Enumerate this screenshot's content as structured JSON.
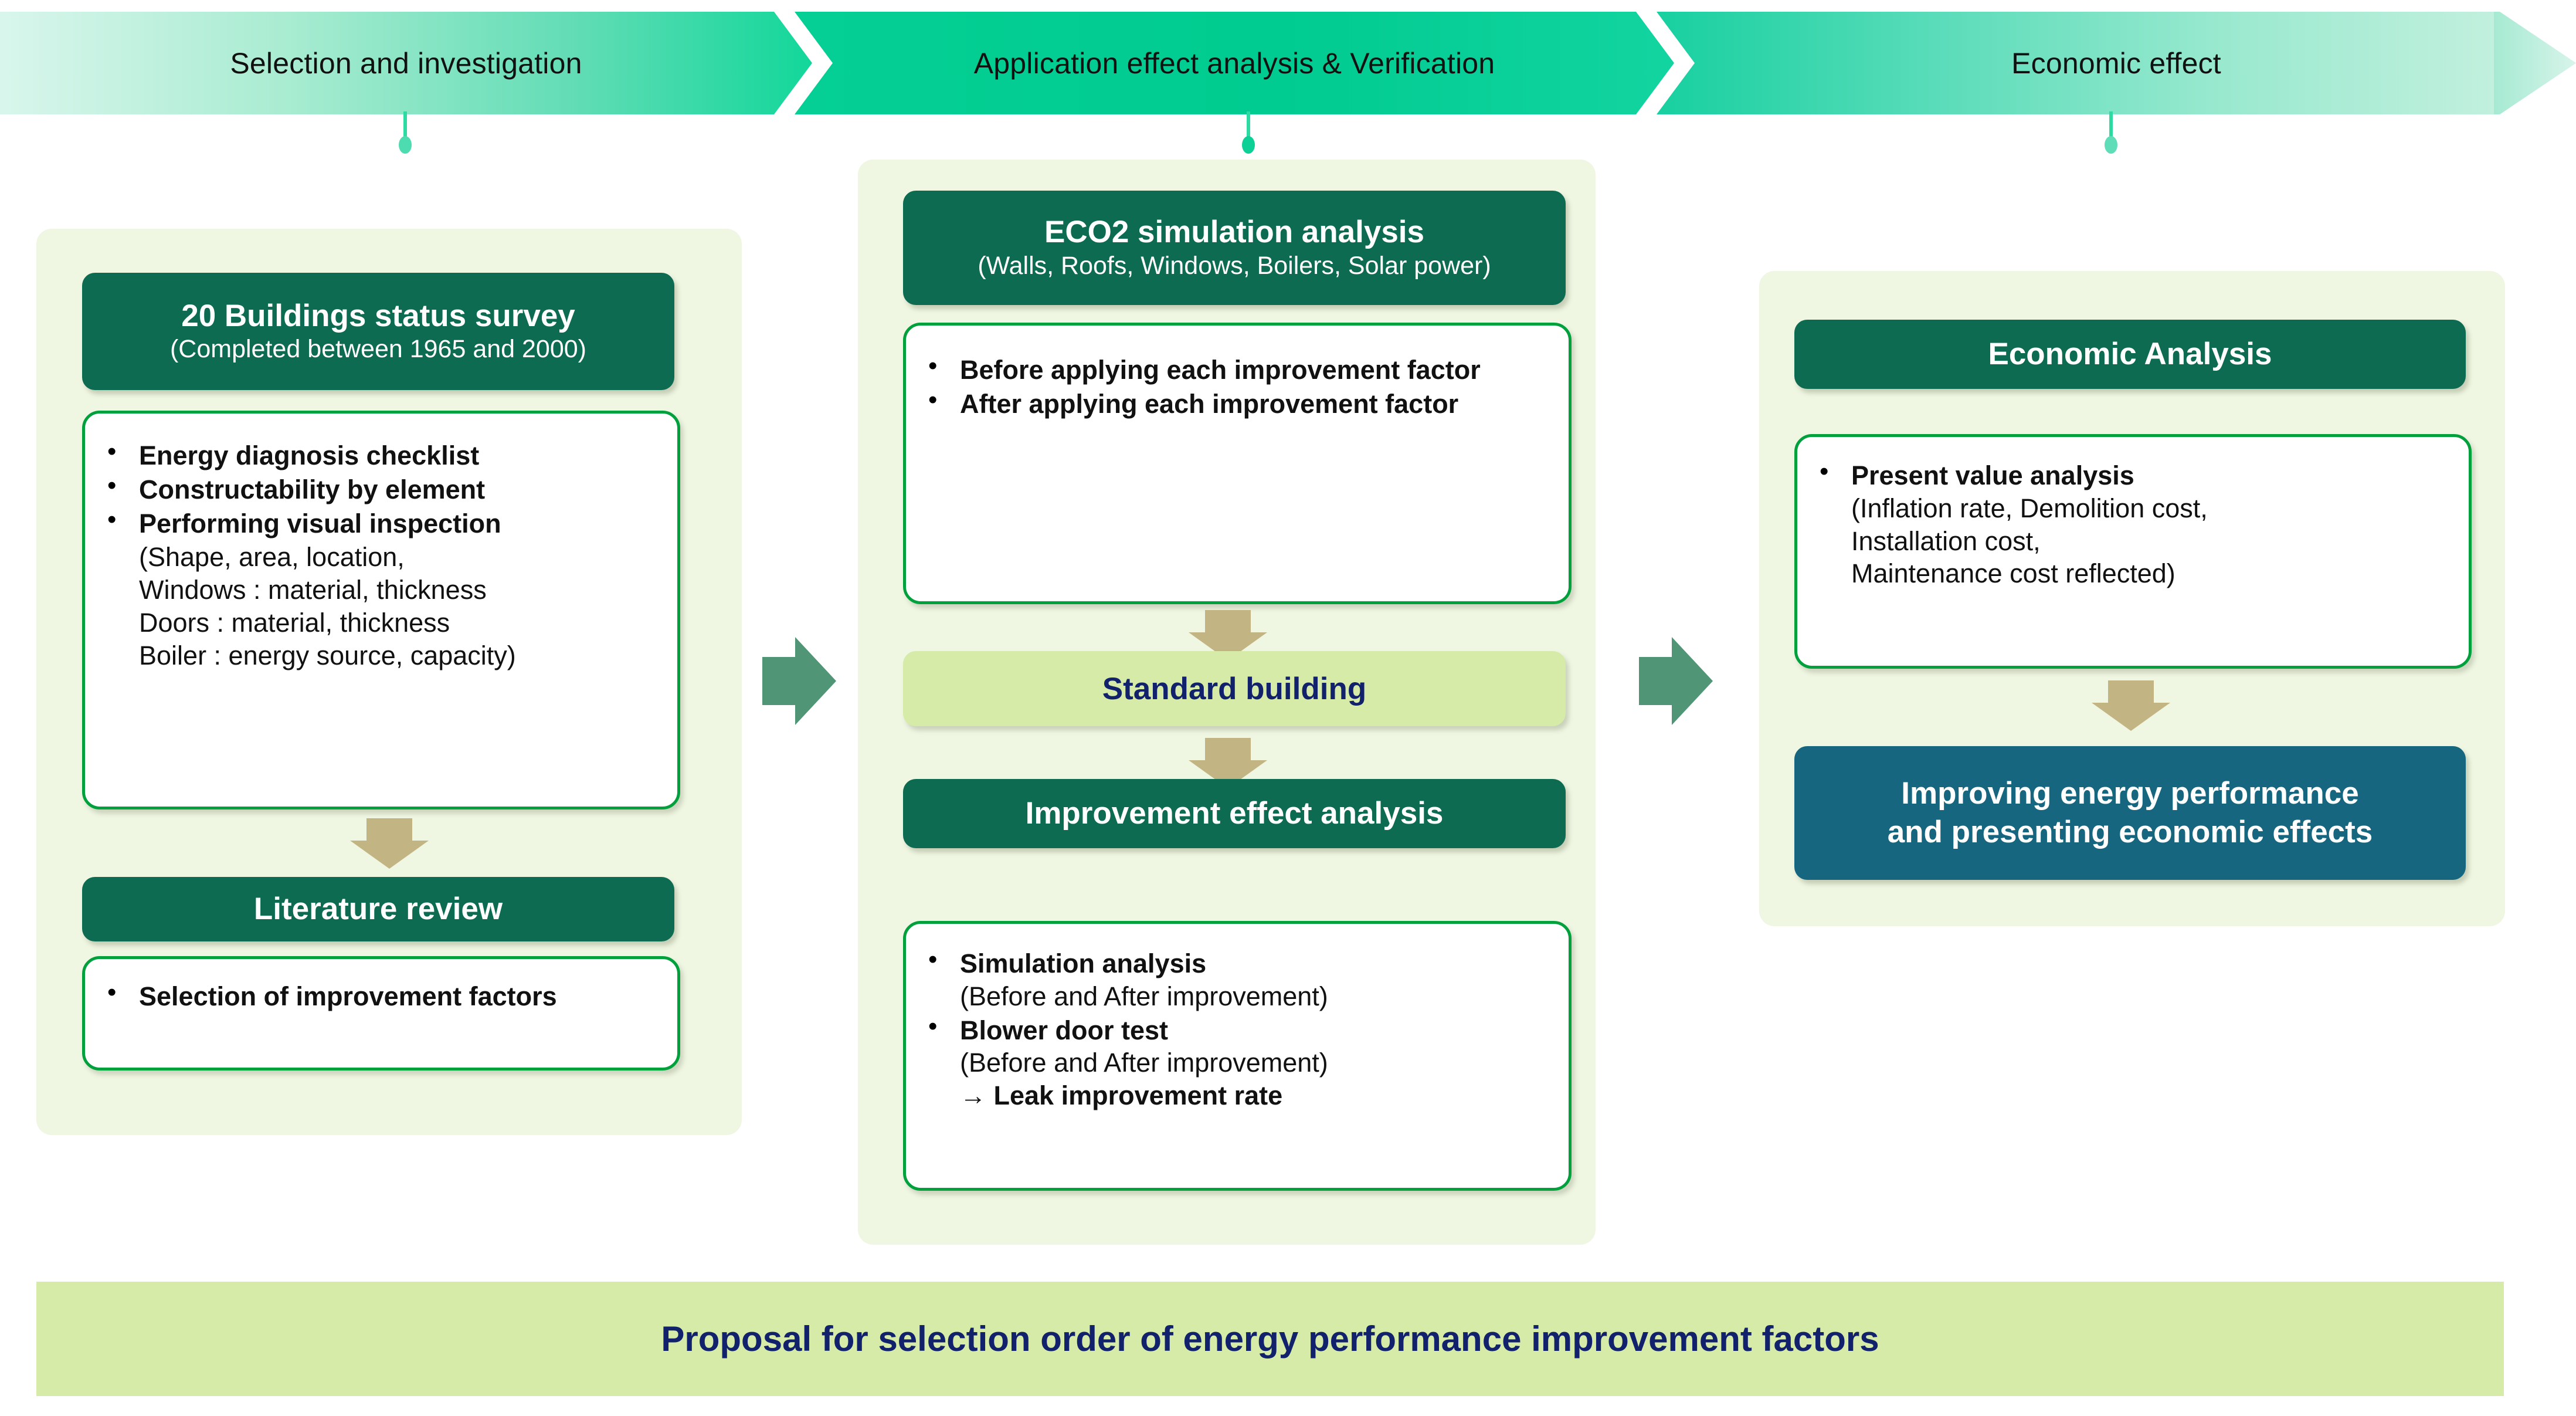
{
  "banner_steps": [
    {
      "label": "Selection and investigation"
    },
    {
      "label": "Application effect analysis & Verification"
    },
    {
      "label": "Economic effect"
    }
  ],
  "left_column": {
    "header": {
      "title": "20 Buildings status survey",
      "subtitle": "(Completed between 1965 and 2000)"
    },
    "survey_box": {
      "items": [
        "Energy diagnosis checklist",
        "Constructability by element",
        "Performing visual inspection"
      ],
      "detail_lines": [
        "(Shape, area, location,",
        " Windows : material, thickness",
        " Doors : material, thickness",
        " Boiler : energy source, capacity)"
      ]
    },
    "literature_header": "Literature review",
    "literature_box": {
      "items": [
        "Selection of improvement factors"
      ]
    }
  },
  "middle_column": {
    "header": {
      "title": "ECO2 simulation analysis",
      "subtitle": "(Walls, Roofs, Windows, Boilers, Solar power)"
    },
    "eco2_box": {
      "items": [
        "Before applying each improvement factor",
        "After applying each improvement factor"
      ]
    },
    "standard_building": "Standard building",
    "improvement_header": "Improvement effect analysis",
    "improvement_box": {
      "item1_bold": "Simulation analysis",
      "item1_sub": "(Before and After improvement)",
      "item2_bold": "Blower door test",
      "item2_sub": "(Before and After improvement)",
      "item2_arrow": "→ Leak improvement rate"
    }
  },
  "right_column": {
    "header": {
      "title": "Economic Analysis"
    },
    "economic_box": {
      "item_bold": "Present value analysis",
      "detail_lines": [
        "(Inflation rate, Demolition cost,",
        "Installation cost,",
        "Maintenance cost reflected)"
      ]
    },
    "outcome_box": {
      "line1": "Improving energy performance",
      "line2": "and presenting economic effects"
    }
  },
  "bottom_banner": {
    "label": "Proposal for selection order of energy performance improvement factors"
  },
  "colors": {
    "dark_green": "#0C6B50",
    "border_green": "#00A03C",
    "panel_bg": "#EFF6E2",
    "light_green": "#D6EBA8",
    "teal_blue": "#15667E",
    "navy_text": "#11216B",
    "tan_arrow": "#C3B583",
    "step_arrow_green": "#4F9576",
    "chevron_bright": "#00CB90"
  }
}
